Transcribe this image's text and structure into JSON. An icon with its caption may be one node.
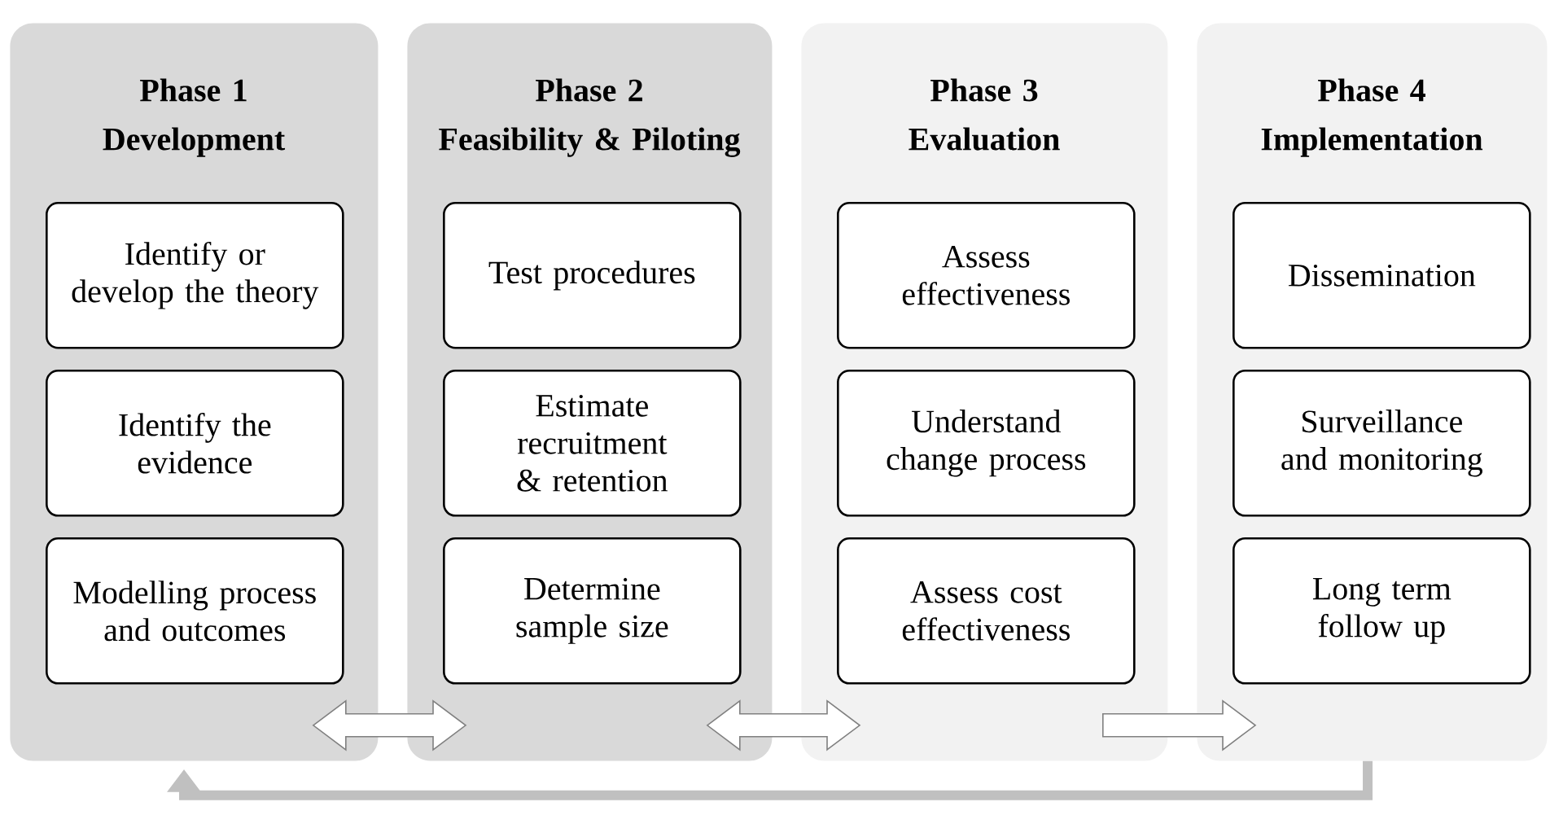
{
  "diagram": {
    "nodes": [
      {
        "text": [
          "Phase 1",
          "Development"
        ]
      },
      {
        "text": [
          "Identify or develop the theory"
        ],
        "in": 0
      },
      {
        "text": [
          "Identify the evidence"
        ],
        "in": 0
      },
      {
        "text": [
          "Modelling process and outcomes"
        ],
        "in": 0
      },
      {
        "text": [
          "Phase 2",
          "Feasibility & Piloting"
        ]
      },
      {
        "text": [
          "Test procedures"
        ],
        "in": 4
      },
      {
        "text": [
          "Estimate recruitment & retention"
        ],
        "in": 4
      },
      {
        "text": [
          "Determine sample size"
        ],
        "in": 4
      },
      {
        "text": [
          "Phase 3",
          "Evaluation"
        ]
      },
      {
        "text": [
          "Assess effectiveness"
        ],
        "in": 8
      },
      {
        "text": [
          "Understand change process"
        ],
        "in": 8
      },
      {
        "text": [
          "Assess cost effectiveness"
        ],
        "in": 8
      },
      {
        "text": [
          "Phase 4",
          "Implementation"
        ]
      },
      {
        "text": [
          "Dissemination"
        ],
        "in": 12
      },
      {
        "text": [
          "Surveillance and monitoring"
        ],
        "in": 12
      },
      {
        "text": [
          "Long term follow up"
        ],
        "in": 12
      }
    ],
    "edges": [
      {
        "from": 0,
        "to": 4,
        "arrow": "both"
      },
      {
        "from": 4,
        "to": 8,
        "arrow": "both"
      },
      {
        "from": 8,
        "to": 12,
        "arrow": "to"
      },
      {
        "from": 12,
        "to": 0,
        "arrow": "to",
        "color": "#c0c0c0"
      }
    ]
  }
}
